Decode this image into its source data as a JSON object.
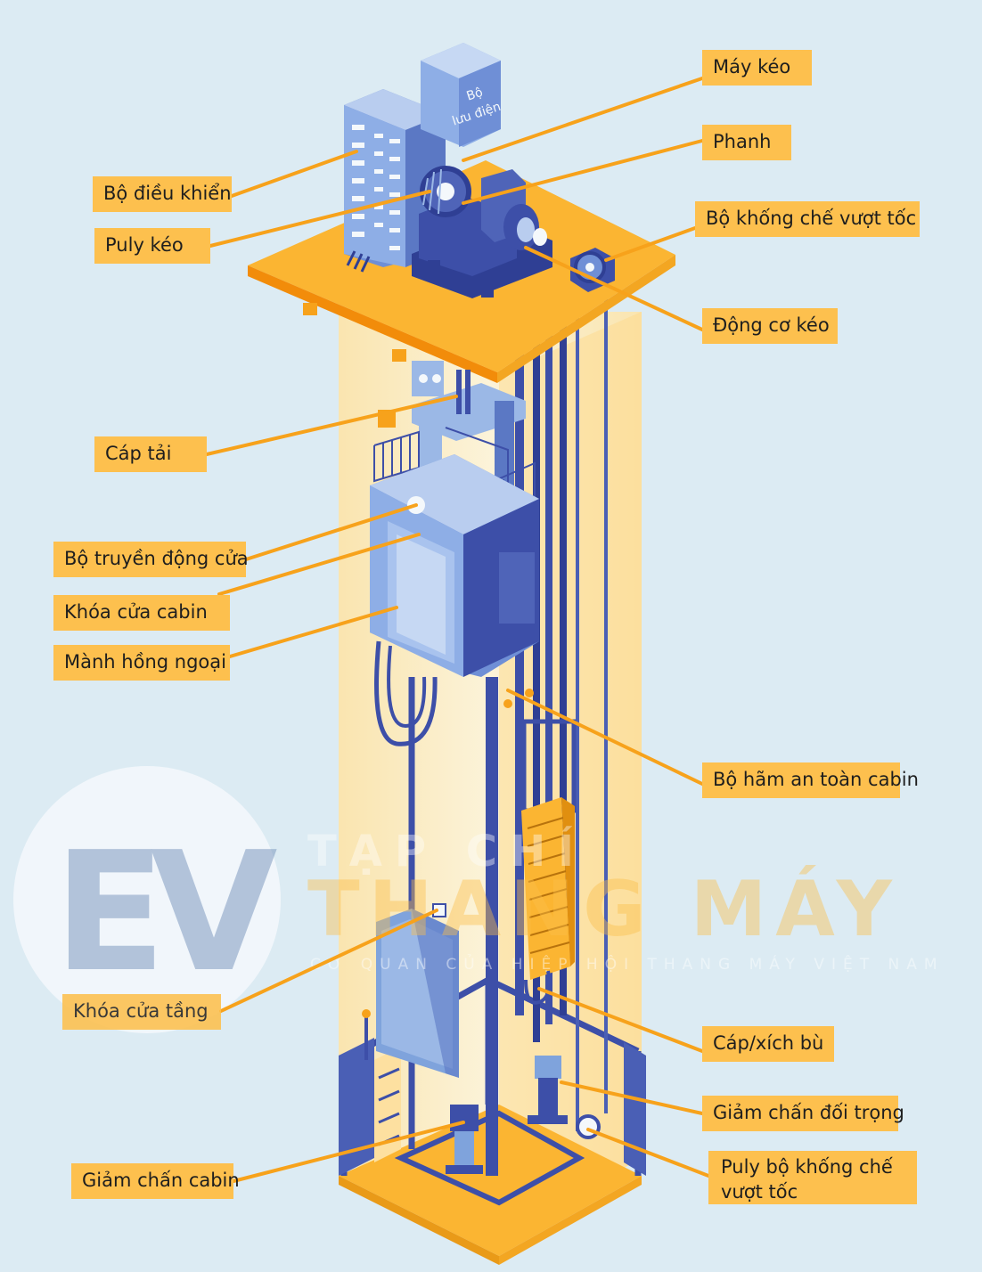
{
  "labels": {
    "may_keo": "Máy kéo",
    "phanh": "Phanh",
    "bo_khong_che": "Bộ khống chế vượt tốc",
    "dong_co_keo": "Động cơ kéo",
    "bo_dieu_khien": "Bộ điều khiển",
    "puly_keo": "Puly kéo",
    "cap_tai": "Cáp tải",
    "bo_truyen_dong_cua": "Bộ truyền động cửa",
    "khoa_cua_cabin": "Khóa cửa cabin",
    "manh_hong_ngoai": "Mành hồng ngoại",
    "bo_ham_an_toan": "Bộ hãm an toàn cabin",
    "khoa_cua_tang": "Khóa cửa tầng",
    "cap_xich_bu": "Cáp/xích bù",
    "giam_chan_doi_trong": "Giảm chấn đối trọng",
    "puly_bo_khong_che_1": "Puly bộ khống chế",
    "puly_bo_khong_che_2": "vượt tốc",
    "giam_chan_cabin": "Giảm chấn cabin"
  },
  "ups_label": {
    "line1": "Bộ",
    "line2": "lưu điện"
  },
  "watermark": {
    "logo": "EV",
    "line1": "TẠP CHÍ",
    "line2": "THANG MÁY",
    "line3": "CƠ QUAN CỦA HIỆP HỘI THANG MÁY VIỆT NAM"
  },
  "colors": {
    "background": "#dcebf3",
    "label_fill": "#fdc04e",
    "leader_line": "#f7a21b",
    "structure_blue": "#3d4fa8",
    "platform_orange": "#fbb532"
  }
}
